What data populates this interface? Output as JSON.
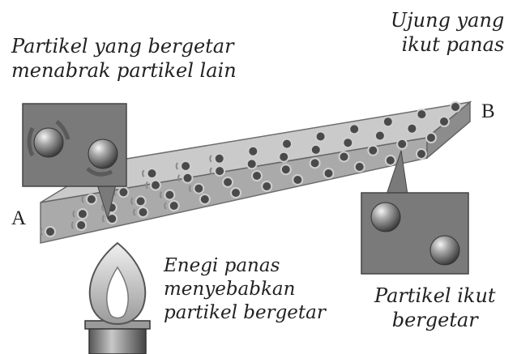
{
  "labels": {
    "top_left": [
      "Partikel yang bergetar",
      "menabrak partikel lain"
    ],
    "top_right": [
      "Ujung yang",
      "ikut panas"
    ],
    "bottom_center": [
      "Enegi panas",
      "menyebabkan",
      "partikel bergetar"
    ],
    "bottom_right": [
      "Partikel ikut",
      "bergetar"
    ],
    "end_a": "A",
    "end_b": "B"
  },
  "icons": [
    "vibrating-particle-icon",
    "still-particle-icon",
    "flame-icon",
    "burner-icon"
  ],
  "colors": {
    "bar_top": "#c8c8c8",
    "bar_front": "#a6a6a6",
    "bar_side": "#8c8c8c",
    "particle": "#4a4a4a",
    "vibration_mark": "#8a8a8a",
    "callout": "#7a7a7a",
    "text": "#222222"
  }
}
